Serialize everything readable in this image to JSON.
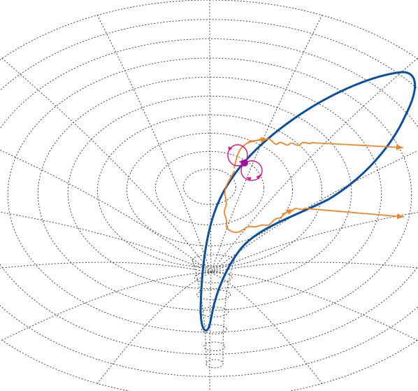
{
  "colors": {
    "grid": "#444444",
    "orbit": "#0b4f9e",
    "photon": "#f0852a",
    "field": "#d6128c",
    "source": "#a0129a"
  },
  "diagram": {
    "grid_rings": 10,
    "grid_spokes": 16,
    "throat_rings": 7,
    "outgoing_photons": 2,
    "field_loops": 2
  }
}
